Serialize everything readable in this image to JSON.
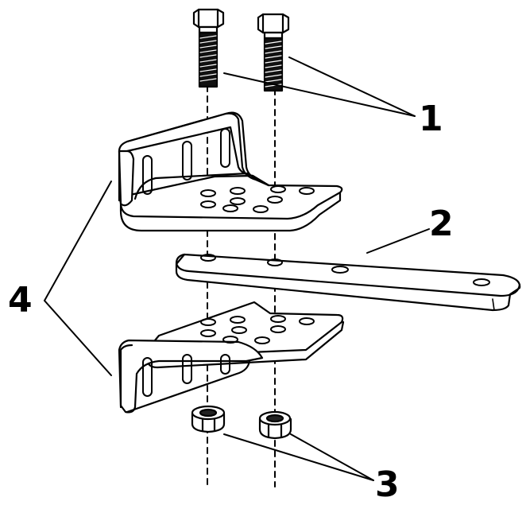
{
  "callouts": {
    "bolts": "1",
    "link_bar": "2",
    "nuts": "3",
    "brackets": "4"
  },
  "colors": {
    "stroke": "#000000",
    "fill": "#ffffff",
    "shade": "#e9e9e9"
  }
}
